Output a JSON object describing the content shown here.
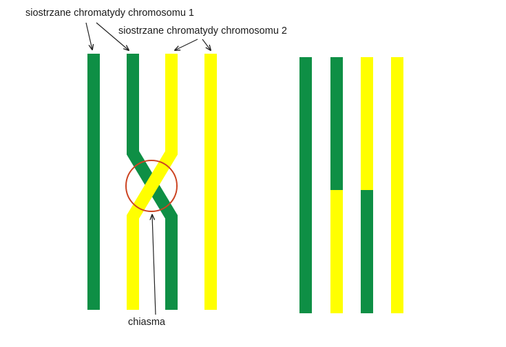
{
  "labels": {
    "chromatids_1": "siostrzane chromatydy chromosomu 1",
    "chromatids_2": "siostrzane chromatydy chromosomu 2",
    "chiasma": "chiasma"
  },
  "colors": {
    "green": "#0e8f45",
    "yellow": "#ffff00",
    "circle": "#cc4422",
    "arrow": "#222222"
  }
}
